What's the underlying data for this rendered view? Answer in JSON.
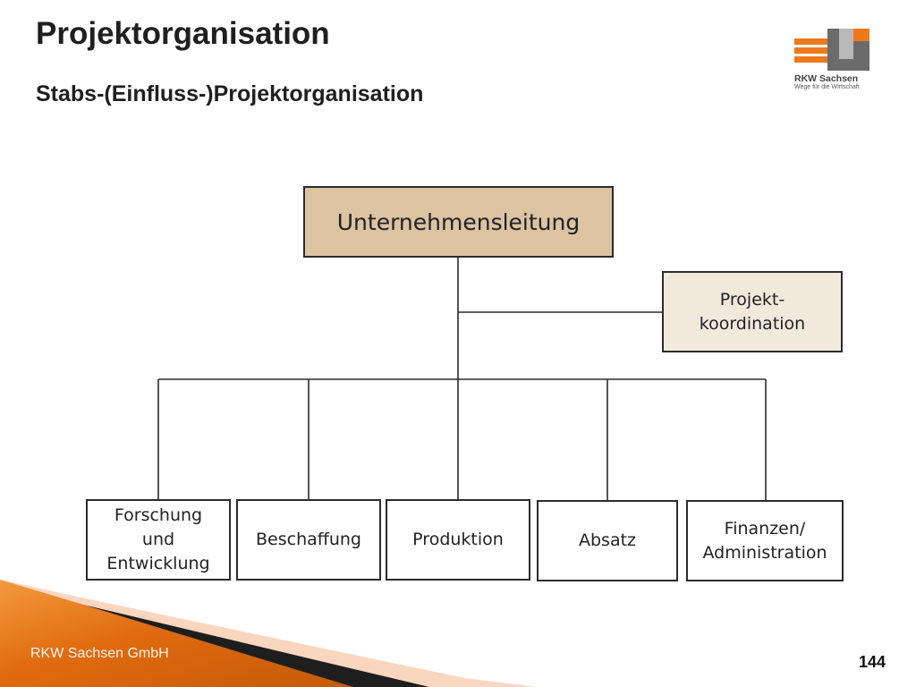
{
  "header": {
    "title": "Projektorganisation",
    "subtitle": "Stabs-(Einfluss-)Projektorganisation"
  },
  "logo": {
    "name": "RKW Sachsen",
    "tagline": "Wege für die Wirtschaft",
    "colors": {
      "orange": "#ec7a1c",
      "gray": "#6b6b6b",
      "light_gray": "#b9b9b9"
    }
  },
  "org_chart": {
    "top": {
      "label": "Unternehmensleitung",
      "color": "#dcc3a2"
    },
    "staff": {
      "label": "Projekt-\nkoordination",
      "color": "#f2e9dd"
    },
    "departments": [
      {
        "label": "Forschung\nund\nEntwicklung"
      },
      {
        "label": "Beschaffung"
      },
      {
        "label": "Produktion"
      },
      {
        "label": "Absatz"
      },
      {
        "label": "Finanzen/\nAdministration"
      }
    ]
  },
  "footer": {
    "company": "RKW Sachsen GmbH",
    "page_number": "144",
    "accent_color": "#e06a10"
  }
}
